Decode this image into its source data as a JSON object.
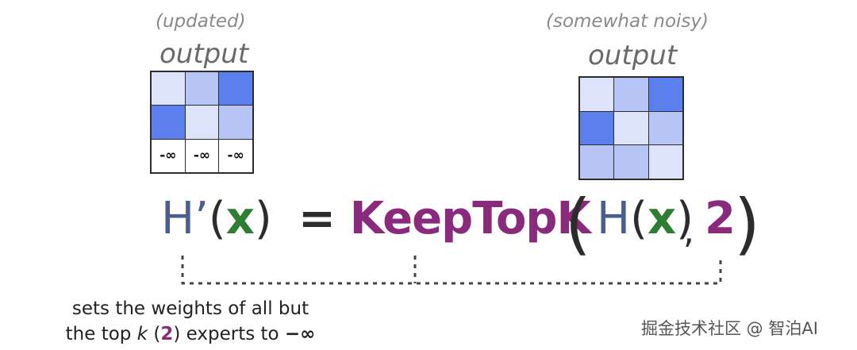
{
  "left_block": {
    "note": "(updated)",
    "label": "output",
    "matrix": [
      [
        "#dde3fb",
        "#b6c5f6",
        "#5b7fed"
      ],
      [
        "#5b7fed",
        "#dde3fb",
        "#b6c5f6"
      ],
      [
        "-∞",
        "-∞",
        "-∞"
      ]
    ]
  },
  "right_block": {
    "note": "(somewhat noisy)",
    "label": "output",
    "matrix": [
      [
        "#dde3fb",
        "#b6c5f6",
        "#5b7fed"
      ],
      [
        "#5b7fed",
        "#dde3fb",
        "#b6c5f6"
      ],
      [
        "#b6c5f6",
        "#b6c5f6",
        "#dde3fb"
      ]
    ]
  },
  "equation": {
    "lhs_h": "H’",
    "lhs_open": "(",
    "lhs_x": "x",
    "lhs_close": ")",
    "equals": "=",
    "func": "KeepTopK",
    "big_open": "(",
    "arg_h": "H",
    "arg_open": "(",
    "arg_x": "x",
    "arg_close": ")",
    "comma": ",",
    "arg_k": "2",
    "big_close": ")"
  },
  "annotation": {
    "line1": "sets the weights of all but",
    "line2_a": "the top ",
    "line2_k": "k",
    "line2_b": " (",
    "line2_num": "2",
    "line2_c": ") experts to ",
    "line2_inf": "−∞"
  },
  "watermark": "掘金技术社区 @ 智泊AI"
}
